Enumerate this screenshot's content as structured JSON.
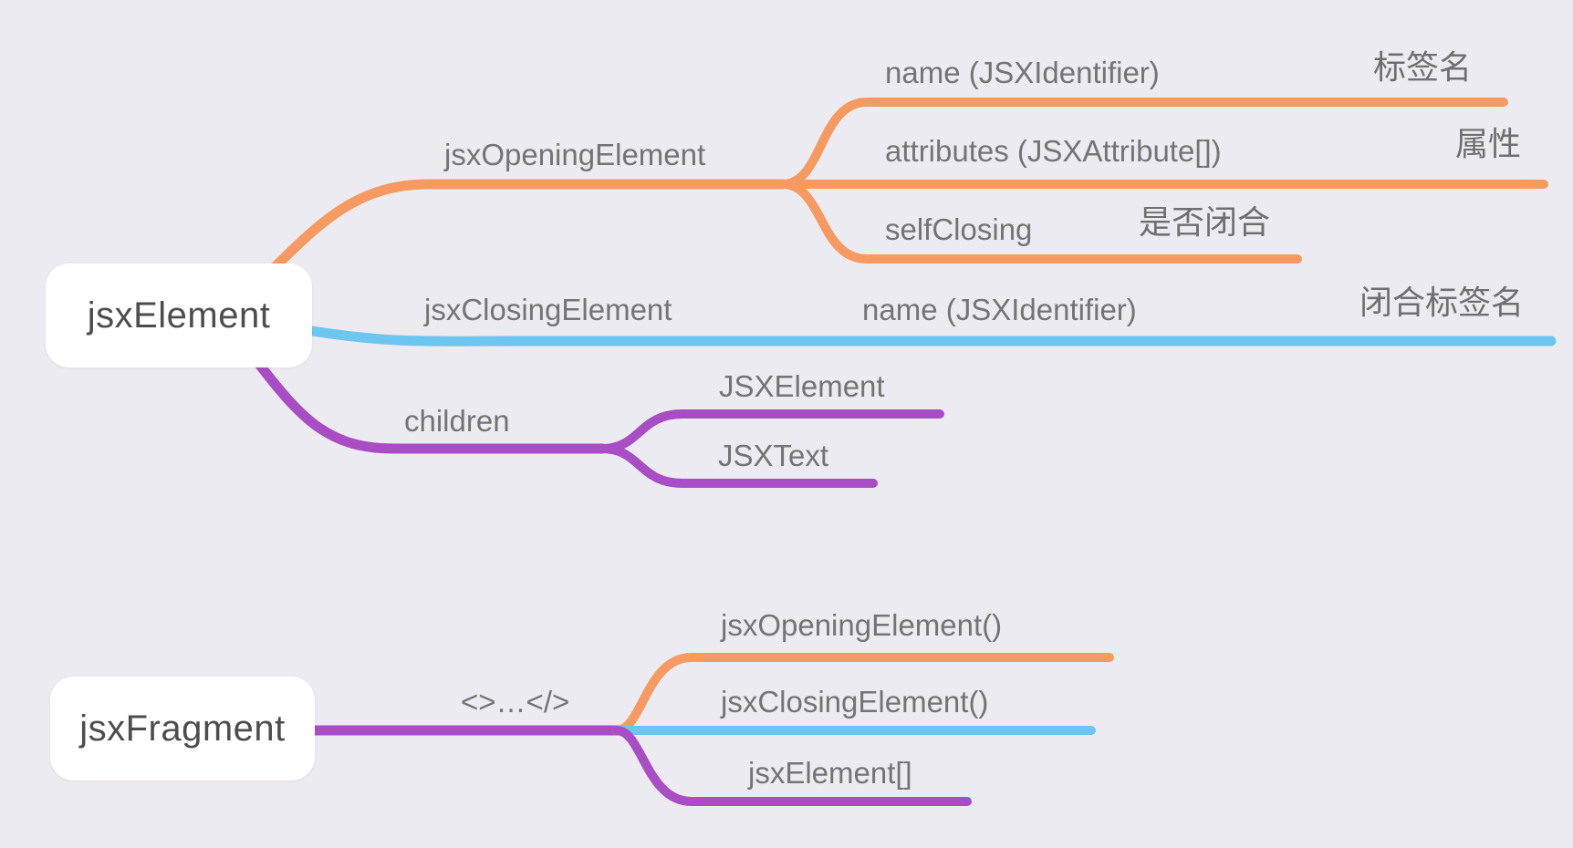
{
  "canvas": {
    "background": "#ecebf1",
    "node_background": "#ffffff",
    "node_text_color": "#4d4d4d",
    "label_text_color": "#747474"
  },
  "colors": {
    "orange": "#f69a61",
    "blue": "#6cc6f0",
    "purple": "#a84dc3"
  },
  "trees": [
    {
      "root": "jsxElement",
      "branches": [
        {
          "label": "jsxOpeningElement",
          "color": "#f69a61",
          "children": [
            {
              "label": "name (JSXIdentifier)",
              "leaf": "标签名"
            },
            {
              "label": "attributes (JSXAttribute[])",
              "leaf": "属性"
            },
            {
              "label": "selfClosing",
              "leaf": "是否闭合"
            }
          ]
        },
        {
          "label": "jsxClosingElement",
          "color": "#6cc6f0",
          "children": [
            {
              "label": "name (JSXIdentifier)",
              "leaf": "闭合标签名"
            }
          ]
        },
        {
          "label": "children",
          "color": "#a84dc3",
          "children": [
            {
              "label": "JSXElement"
            },
            {
              "label": "JSXText"
            }
          ]
        }
      ]
    },
    {
      "root": "jsxFragment",
      "branches": [
        {
          "label": "<>…</>",
          "color": "#a84dc3",
          "children": [
            {
              "label": "jsxOpeningElement()",
              "color": "#f69a61"
            },
            {
              "label": "jsxClosingElement()",
              "color": "#6cc6f0"
            },
            {
              "label": "jsxElement[]",
              "color": "#a84dc3"
            }
          ]
        }
      ]
    }
  ]
}
